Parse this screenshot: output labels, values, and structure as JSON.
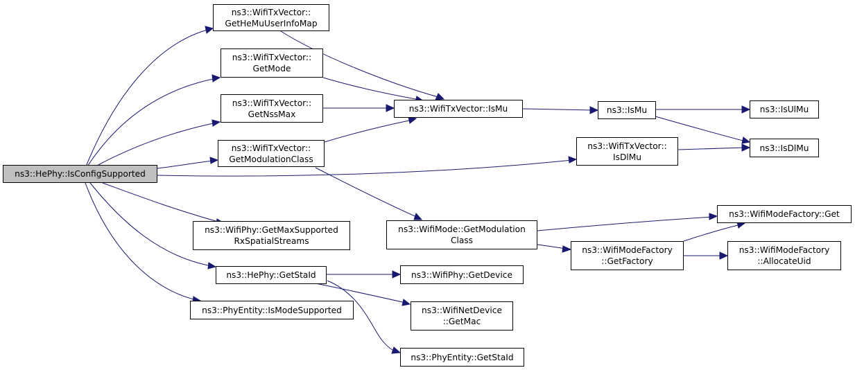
{
  "graph": {
    "edge_color": "#191970",
    "root_fill": "#bfbfbf",
    "nodes": {
      "root": {
        "lines": [
          "ns3::HePhy::IsConfigSupported"
        ]
      },
      "n_hemu": {
        "lines": [
          "ns3::WifiTxVector::",
          "GetHeMuUserInfoMap"
        ]
      },
      "n_getmode": {
        "lines": [
          "ns3::WifiTxVector::",
          "GetMode"
        ]
      },
      "n_getnss": {
        "lines": [
          "ns3::WifiTxVector::",
          "GetNssMax"
        ]
      },
      "n_getmodclass": {
        "lines": [
          "ns3::WifiTxVector::",
          "GetModulationClass"
        ]
      },
      "n_ismu": {
        "lines": [
          "ns3::WifiTxVector::IsMu"
        ]
      },
      "n_ns3ismu": {
        "lines": [
          "ns3::IsMu"
        ]
      },
      "n_isulmu": {
        "lines": [
          "ns3::IsUlMu"
        ]
      },
      "n_isdlmu": {
        "lines": [
          "ns3::IsDlMu"
        ]
      },
      "n_txisdlmu": {
        "lines": [
          "ns3::WifiTxVector::",
          "IsDlMu"
        ]
      },
      "n_maxrx": {
        "lines": [
          "ns3::WifiPhy::GetMaxSupported",
          "RxSpatialStreams"
        ]
      },
      "n_modeclass": {
        "lines": [
          "ns3::WifiMode::GetModulation",
          "Class"
        ]
      },
      "n_mfget": {
        "lines": [
          "ns3::WifiModeFactory::Get"
        ]
      },
      "n_mfgetfactory": {
        "lines": [
          "ns3::WifiModeFactory",
          "::GetFactory"
        ]
      },
      "n_mfalloc": {
        "lines": [
          "ns3::WifiModeFactory",
          "::AllocateUid"
        ]
      },
      "n_hestaid": {
        "lines": [
          "ns3::HePhy::GetStaId"
        ]
      },
      "n_getdevice": {
        "lines": [
          "ns3::WifiPhy::GetDevice"
        ]
      },
      "n_getmac": {
        "lines": [
          "ns3::WifiNetDevice",
          "::GetMac"
        ]
      },
      "n_pestaid": {
        "lines": [
          "ns3::PhyEntity::GetStaId"
        ]
      },
      "n_modesupported": {
        "lines": [
          "ns3::PhyEntity::IsModeSupported"
        ]
      }
    },
    "edges": [
      {
        "from": "root",
        "to": "n_hemu"
      },
      {
        "from": "root",
        "to": "n_getmode"
      },
      {
        "from": "root",
        "to": "n_getnss"
      },
      {
        "from": "root",
        "to": "n_getmodclass"
      },
      {
        "from": "root",
        "to": "n_txisdlmu"
      },
      {
        "from": "root",
        "to": "n_maxrx"
      },
      {
        "from": "root",
        "to": "n_hestaid"
      },
      {
        "from": "root",
        "to": "n_modesupported"
      },
      {
        "from": "n_hemu",
        "to": "n_ismu"
      },
      {
        "from": "n_getmode",
        "to": "n_ismu"
      },
      {
        "from": "n_getnss",
        "to": "n_ismu"
      },
      {
        "from": "n_getmodclass",
        "to": "n_ismu"
      },
      {
        "from": "n_getmodclass",
        "to": "n_modeclass"
      },
      {
        "from": "n_ismu",
        "to": "n_ns3ismu"
      },
      {
        "from": "n_ns3ismu",
        "to": "n_isulmu"
      },
      {
        "from": "n_ns3ismu",
        "to": "n_isdlmu"
      },
      {
        "from": "n_txisdlmu",
        "to": "n_isdlmu"
      },
      {
        "from": "n_modeclass",
        "to": "n_mfget"
      },
      {
        "from": "n_modeclass",
        "to": "n_mfgetfactory"
      },
      {
        "from": "n_mfgetfactory",
        "to": "n_mfget"
      },
      {
        "from": "n_mfgetfactory",
        "to": "n_mfalloc"
      },
      {
        "from": "n_hestaid",
        "to": "n_getdevice"
      },
      {
        "from": "n_hestaid",
        "to": "n_getmac"
      },
      {
        "from": "n_hestaid",
        "to": "n_pestaid"
      }
    ]
  }
}
